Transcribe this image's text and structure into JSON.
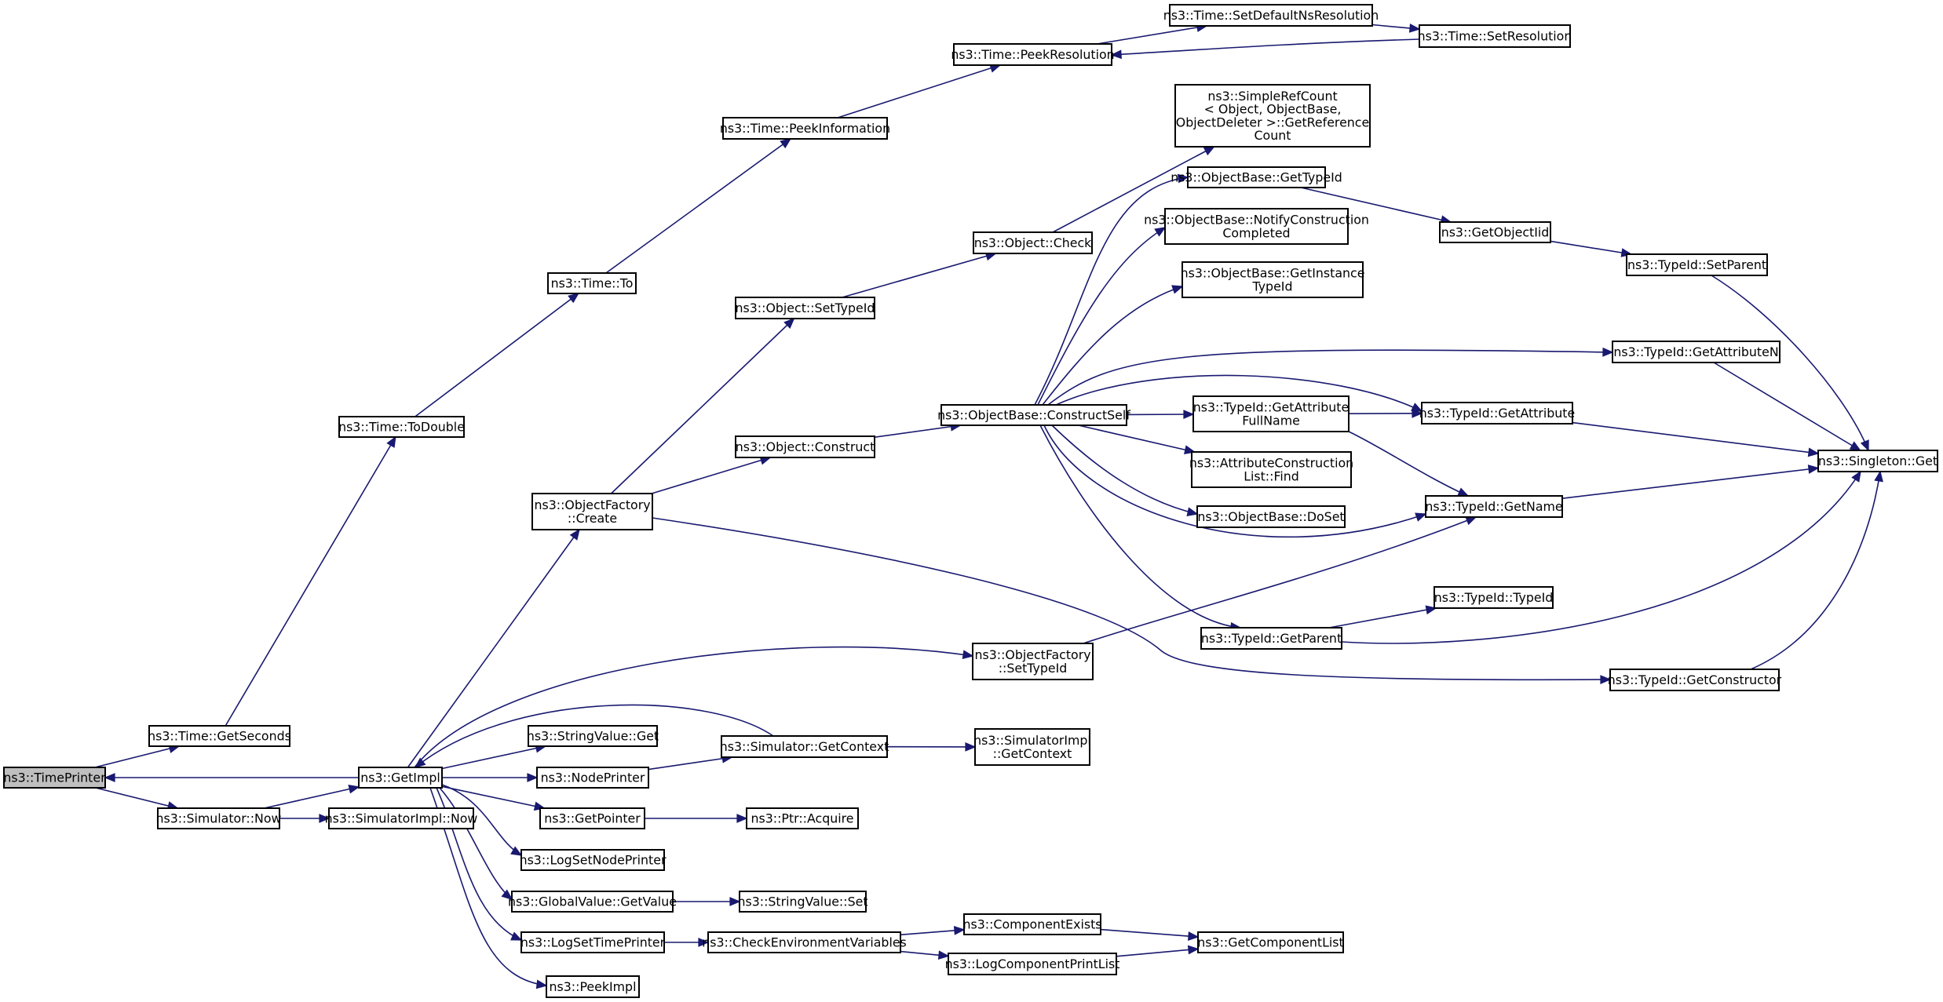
{
  "graph": {
    "kind": "call-graph",
    "colors": {
      "edge": "#191970",
      "node_border": "#000000",
      "node_fill": "#ffffff",
      "root_fill": "#bfbfbf"
    },
    "nodes": [
      {
        "id": "timeprinter",
        "lines": [
          "ns3::TimePrinter"
        ],
        "root": true
      },
      {
        "id": "time_getseconds",
        "lines": [
          "ns3::Time::GetSeconds"
        ]
      },
      {
        "id": "simulator_now",
        "lines": [
          "ns3::Simulator::Now"
        ]
      },
      {
        "id": "time_todouble",
        "lines": [
          "ns3::Time::ToDouble"
        ]
      },
      {
        "id": "time_to",
        "lines": [
          "ns3::Time::To"
        ]
      },
      {
        "id": "time_peekinformation",
        "lines": [
          "ns3::Time::PeekInformation"
        ]
      },
      {
        "id": "time_peekresolution",
        "lines": [
          "ns3::Time::PeekResolution"
        ]
      },
      {
        "id": "time_setdefaultnsresolution",
        "lines": [
          "ns3::Time::SetDefaultNsResolution"
        ]
      },
      {
        "id": "time_setresolution",
        "lines": [
          "ns3::Time::SetResolution"
        ]
      },
      {
        "id": "getimpl",
        "lines": [
          "ns3::GetImpl"
        ]
      },
      {
        "id": "simulatorimpl_now",
        "lines": [
          "ns3::SimulatorImpl::Now"
        ]
      },
      {
        "id": "objectfactory_create",
        "lines": [
          "ns3::ObjectFactory",
          "::Create"
        ]
      },
      {
        "id": "object_settypeid",
        "lines": [
          "ns3::Object::SetTypeId"
        ]
      },
      {
        "id": "object_construct",
        "lines": [
          "ns3::Object::Construct"
        ]
      },
      {
        "id": "object_check",
        "lines": [
          "ns3::Object::Check"
        ]
      },
      {
        "id": "simplerefcount",
        "lines": [
          "ns3::SimpleRefCount",
          "< Object, ObjectBase,",
          "ObjectDeleter >::GetReference",
          "Count"
        ]
      },
      {
        "id": "objectbase_constructself",
        "lines": [
          "ns3::ObjectBase::ConstructSelf"
        ]
      },
      {
        "id": "objectbase_gettypeid",
        "lines": [
          "ns3::ObjectBase::GetTypeId"
        ]
      },
      {
        "id": "objectbase_notifyconstructioncompleted",
        "lines": [
          "ns3::ObjectBase::NotifyConstruction",
          "Completed"
        ]
      },
      {
        "id": "objectbase_getinstancetypeid",
        "lines": [
          "ns3::ObjectBase::GetInstance",
          "TypeId"
        ]
      },
      {
        "id": "typeid_getattributefullname",
        "lines": [
          "ns3::TypeId::GetAttribute",
          "FullName"
        ]
      },
      {
        "id": "attributeconstructionlist_find",
        "lines": [
          "ns3::AttributeConstruction",
          "List::Find"
        ]
      },
      {
        "id": "objectbase_doset",
        "lines": [
          "ns3::ObjectBase::DoSet"
        ]
      },
      {
        "id": "typeid_getparent",
        "lines": [
          "ns3::TypeId::GetParent"
        ]
      },
      {
        "id": "getobjectiid",
        "lines": [
          "ns3::GetObjectIid"
        ]
      },
      {
        "id": "typeid_setparent",
        "lines": [
          "ns3::TypeId::SetParent"
        ]
      },
      {
        "id": "typeid_getattributen",
        "lines": [
          "ns3::TypeId::GetAttributeN"
        ]
      },
      {
        "id": "typeid_getattribute",
        "lines": [
          "ns3::TypeId::GetAttribute"
        ]
      },
      {
        "id": "typeid_getname",
        "lines": [
          "ns3::TypeId::GetName"
        ]
      },
      {
        "id": "typeid_typeid",
        "lines": [
          "ns3::TypeId::TypeId"
        ]
      },
      {
        "id": "singleton_get",
        "lines": [
          "ns3::Singleton::Get"
        ]
      },
      {
        "id": "objectfactory_settypeid",
        "lines": [
          "ns3::ObjectFactory",
          "::SetTypeId"
        ]
      },
      {
        "id": "typeid_getconstructor",
        "lines": [
          "ns3::TypeId::GetConstructor"
        ]
      },
      {
        "id": "stringvalue_get",
        "lines": [
          "ns3::StringValue::Get"
        ]
      },
      {
        "id": "simulator_getcontext",
        "lines": [
          "ns3::Simulator::GetContext"
        ]
      },
      {
        "id": "simulatorimpl_getcontext",
        "lines": [
          "ns3::SimulatorImpl",
          "::GetContext"
        ]
      },
      {
        "id": "nodeprinter",
        "lines": [
          "ns3::NodePrinter"
        ]
      },
      {
        "id": "getpointer",
        "lines": [
          "ns3::GetPointer"
        ]
      },
      {
        "id": "ptr_acquire",
        "lines": [
          "ns3::Ptr::Acquire"
        ]
      },
      {
        "id": "logsetnodeprinter",
        "lines": [
          "ns3::LogSetNodePrinter"
        ]
      },
      {
        "id": "globalvalue_getvalue",
        "lines": [
          "ns3::GlobalValue::GetValue"
        ]
      },
      {
        "id": "stringvalue_set",
        "lines": [
          "ns3::StringValue::Set"
        ]
      },
      {
        "id": "logsettimeprinter",
        "lines": [
          "ns3::LogSetTimePrinter"
        ]
      },
      {
        "id": "checkenvironmentvariables",
        "lines": [
          "ns3::CheckEnvironmentVariables"
        ]
      },
      {
        "id": "componentexists",
        "lines": [
          "ns3::ComponentExists"
        ]
      },
      {
        "id": "logcomponentprintlist",
        "lines": [
          "ns3::LogComponentPrintList"
        ]
      },
      {
        "id": "getcomponentlist",
        "lines": [
          "ns3::GetComponentList"
        ]
      },
      {
        "id": "peekimpl",
        "lines": [
          "ns3::PeekImpl"
        ]
      }
    ],
    "edges": [
      {
        "from": "timeprinter",
        "to": "time_getseconds"
      },
      {
        "from": "timeprinter",
        "to": "simulator_now"
      },
      {
        "from": "time_getseconds",
        "to": "time_todouble"
      },
      {
        "from": "time_todouble",
        "to": "time_to"
      },
      {
        "from": "time_to",
        "to": "time_peekinformation"
      },
      {
        "from": "time_peekinformation",
        "to": "time_peekresolution"
      },
      {
        "from": "time_peekresolution",
        "to": "time_setdefaultnsresolution"
      },
      {
        "from": "time_setdefaultnsresolution",
        "to": "time_setresolution"
      },
      {
        "from": "time_setresolution",
        "to": "time_peekresolution"
      },
      {
        "from": "simulator_now",
        "to": "getimpl"
      },
      {
        "from": "simulator_now",
        "to": "simulatorimpl_now"
      },
      {
        "from": "getimpl",
        "to": "timeprinter"
      },
      {
        "from": "getimpl",
        "to": "objectfactory_create"
      },
      {
        "from": "getimpl",
        "to": "objectfactory_settypeid"
      },
      {
        "from": "getimpl",
        "to": "stringvalue_get"
      },
      {
        "from": "getimpl",
        "to": "nodeprinter"
      },
      {
        "from": "getimpl",
        "to": "getpointer"
      },
      {
        "from": "getimpl",
        "to": "logsetnodeprinter"
      },
      {
        "from": "getimpl",
        "to": "globalvalue_getvalue"
      },
      {
        "from": "getimpl",
        "to": "logsettimeprinter"
      },
      {
        "from": "getimpl",
        "to": "peekimpl"
      },
      {
        "from": "objectfactory_create",
        "to": "object_settypeid"
      },
      {
        "from": "objectfactory_create",
        "to": "object_construct"
      },
      {
        "from": "objectfactory_create",
        "to": "typeid_getconstructor"
      },
      {
        "from": "object_settypeid",
        "to": "object_check"
      },
      {
        "from": "object_check",
        "to": "simplerefcount"
      },
      {
        "from": "object_construct",
        "to": "objectbase_constructself"
      },
      {
        "from": "objectbase_constructself",
        "to": "objectbase_gettypeid"
      },
      {
        "from": "objectbase_constructself",
        "to": "objectbase_notifyconstructioncompleted"
      },
      {
        "from": "objectbase_constructself",
        "to": "objectbase_getinstancetypeid"
      },
      {
        "from": "objectbase_constructself",
        "to": "typeid_getattributen"
      },
      {
        "from": "objectbase_constructself",
        "to": "typeid_getattribute"
      },
      {
        "from": "objectbase_constructself",
        "to": "typeid_getattributefullname"
      },
      {
        "from": "objectbase_constructself",
        "to": "attributeconstructionlist_find"
      },
      {
        "from": "objectbase_constructself",
        "to": "objectbase_doset"
      },
      {
        "from": "objectbase_constructself",
        "to": "typeid_getname"
      },
      {
        "from": "objectbase_constructself",
        "to": "typeid_getparent"
      },
      {
        "from": "objectbase_gettypeid",
        "to": "getobjectiid"
      },
      {
        "from": "getobjectiid",
        "to": "typeid_setparent"
      },
      {
        "from": "typeid_setparent",
        "to": "singleton_get"
      },
      {
        "from": "typeid_getattributen",
        "to": "singleton_get"
      },
      {
        "from": "typeid_getattributefullname",
        "to": "typeid_getattribute"
      },
      {
        "from": "typeid_getattributefullname",
        "to": "typeid_getname"
      },
      {
        "from": "typeid_getattribute",
        "to": "singleton_get"
      },
      {
        "from": "typeid_getname",
        "to": "singleton_get"
      },
      {
        "from": "typeid_getparent",
        "to": "typeid_typeid"
      },
      {
        "from": "typeid_getparent",
        "to": "singleton_get"
      },
      {
        "from": "objectfactory_settypeid",
        "to": "typeid_getname"
      },
      {
        "from": "typeid_getconstructor",
        "to": "singleton_get"
      },
      {
        "from": "simulator_getcontext",
        "to": "getimpl"
      },
      {
        "from": "simulator_getcontext",
        "to": "simulatorimpl_getcontext"
      },
      {
        "from": "nodeprinter",
        "to": "simulator_getcontext"
      },
      {
        "from": "getpointer",
        "to": "ptr_acquire"
      },
      {
        "from": "globalvalue_getvalue",
        "to": "stringvalue_set"
      },
      {
        "from": "logsettimeprinter",
        "to": "checkenvironmentvariables"
      },
      {
        "from": "checkenvironmentvariables",
        "to": "componentexists"
      },
      {
        "from": "checkenvironmentvariables",
        "to": "logcomponentprintlist"
      },
      {
        "from": "componentexists",
        "to": "getcomponentlist"
      },
      {
        "from": "logcomponentprintlist",
        "to": "getcomponentlist"
      }
    ]
  }
}
